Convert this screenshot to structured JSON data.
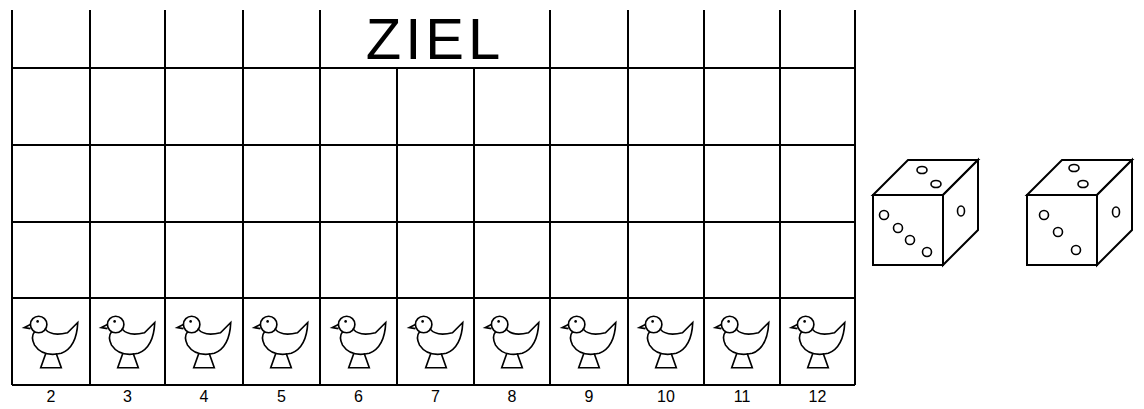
{
  "diagram": {
    "title": "ZIEL",
    "labels": [
      "2",
      "3",
      "4",
      "5",
      "6",
      "7",
      "8",
      "9",
      "10",
      "11",
      "12"
    ]
  }
}
